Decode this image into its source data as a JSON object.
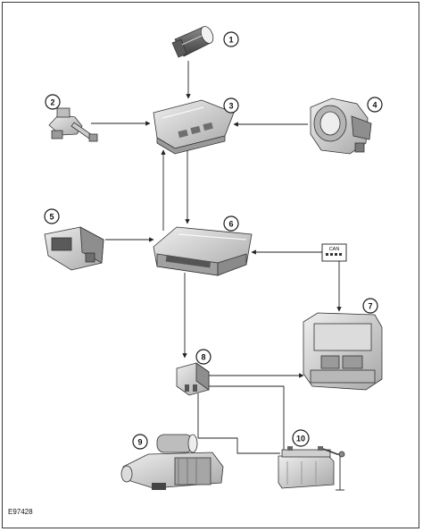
{
  "figure_ref": "E97428",
  "can_label": "CAN",
  "callouts": [
    "1",
    "2",
    "3",
    "4",
    "5",
    "6",
    "7",
    "8",
    "9",
    "10"
  ],
  "colors": {
    "line": "#222222",
    "part_fill": "#d6d6d6",
    "part_shade": "#9a9a9a",
    "frame": "#3a3a3a"
  }
}
